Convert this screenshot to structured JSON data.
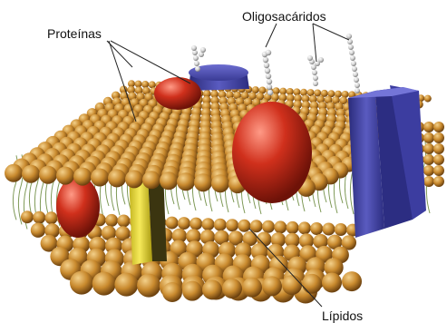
{
  "labels": {
    "proteins": "Proteínas",
    "oligosaccharides": "Oligosacáridos",
    "lipids": "Lípidos"
  },
  "colors": {
    "background": "#ffffff",
    "lipid_head": "#c98a2e",
    "lipid_tail": "#7f9a58",
    "protein_red": "#d0301c",
    "protein_blue": "#3e3f9c",
    "protein_yellow": "#e6d52a",
    "sugar_chain": "#cfcfcf",
    "leader_line": "#222222"
  }
}
